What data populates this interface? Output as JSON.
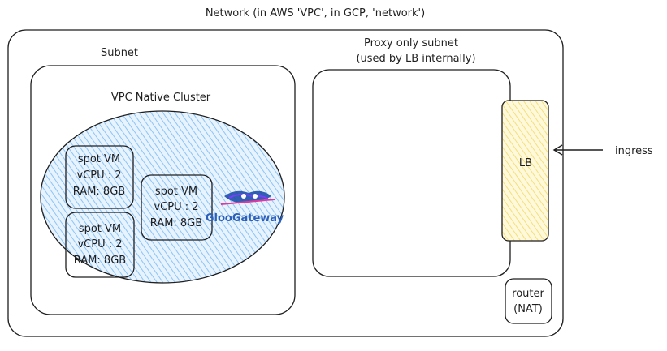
{
  "network": {
    "title": "Network (in AWS 'VPC', in GCP, 'network')"
  },
  "subnet": {
    "label": "Subnet"
  },
  "cluster": {
    "label": "VPC Native Cluster",
    "fill_color": "#a5d8ff"
  },
  "vms": [
    {
      "name": "spot VM",
      "cpu": "vCPU : 2",
      "ram": "RAM: 8GB"
    },
    {
      "name": "spot VM",
      "cpu": "vCPU : 2",
      "ram": "RAM: 8GB"
    },
    {
      "name": "spot VM",
      "cpu": "vCPU : 2",
      "ram": "RAM: 8GB"
    }
  ],
  "gloo": {
    "logo_text": "GlooGateway",
    "icon": "gloo-logo-icon"
  },
  "proxy_subnet": {
    "line1": "Proxy only subnet",
    "line2": "(used by LB internally)"
  },
  "lb": {
    "label": "LB",
    "fill_color": "#fff3bf"
  },
  "ingress": {
    "label": "ingress"
  },
  "router": {
    "line1": "router",
    "line2": "(NAT)"
  },
  "colors": {
    "stroke": "#1e1e1e",
    "gloo_blue": "#1e4fa8",
    "gloo_text": "#2b5fb8"
  }
}
